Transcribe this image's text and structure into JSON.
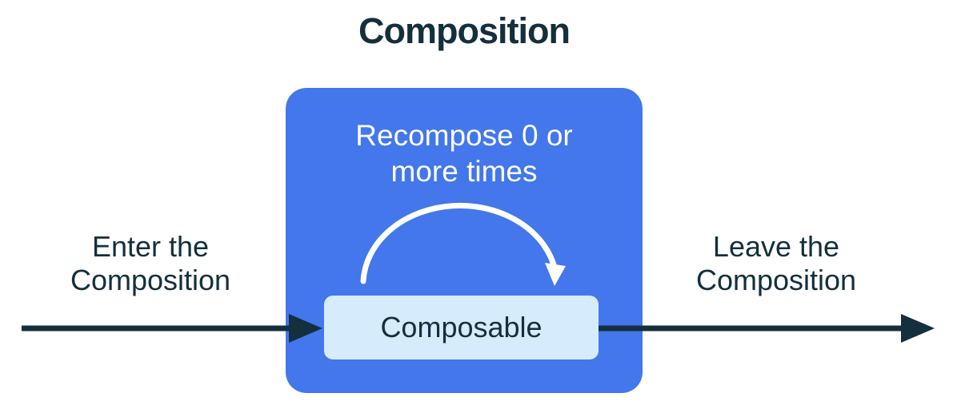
{
  "title": "Composition",
  "colors": {
    "background": "#FFFFFF",
    "composition_box": "#4377EB",
    "composable_box": "#D6ECFC",
    "text_dark": "#142F3D",
    "text_light": "#FFFFFF"
  },
  "composition_box": {
    "recompose_line1": "Recompose 0 or",
    "recompose_line2": "more times",
    "composable_label": "Composable"
  },
  "enter_label": {
    "line1": "Enter the",
    "line2": "Composition"
  },
  "leave_label": {
    "line1": "Leave the",
    "line2": "Composition"
  },
  "icons": {
    "enter_arrow": "arrow-right",
    "leave_arrow": "arrow-right",
    "recompose_arrow": "curved-arrow-clockwise"
  }
}
